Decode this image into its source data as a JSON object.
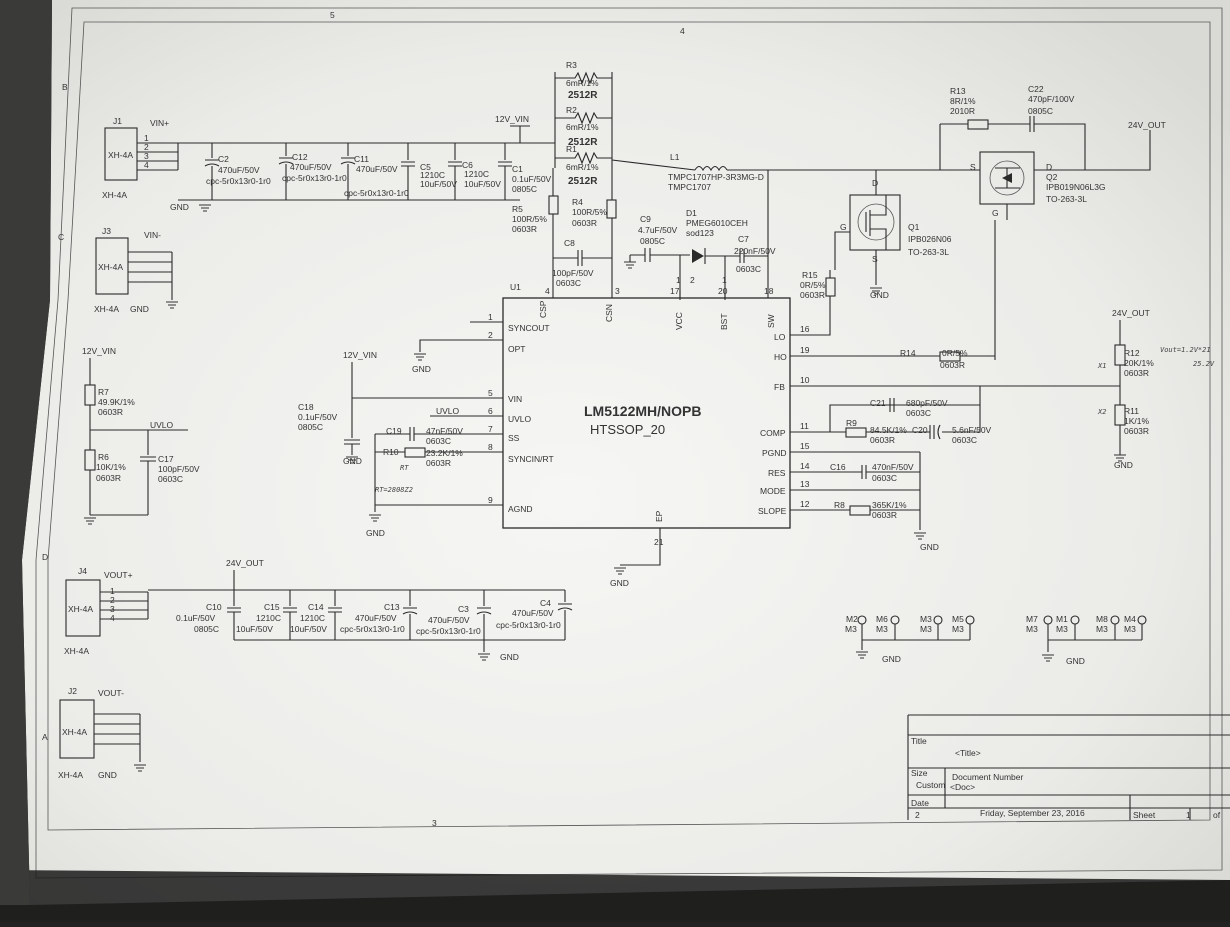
{
  "connectors": {
    "j1": {
      "ref": "J1",
      "net": "VIN+",
      "part": "XH-4A",
      "pins": [
        "1",
        "2",
        "3",
        "4"
      ]
    },
    "j3": {
      "ref": "J3",
      "net": "VIN-",
      "part": "XH-4A",
      "gnd": "GND"
    },
    "j4": {
      "ref": "J4",
      "net": "VOUT+",
      "part": "XH-4A",
      "pins": [
        "1",
        "2",
        "3",
        "4"
      ]
    },
    "j2": {
      "ref": "J2",
      "net": "VOUT-",
      "part": "XH-4A",
      "gnd": "GND"
    }
  },
  "nets": {
    "vin": "12V_VIN",
    "vout": "24V_OUT",
    "gnd": "GND",
    "uvlo": "UVLO"
  },
  "input_caps": {
    "c2": {
      "ref": "C2",
      "value": "470uF/50V",
      "pkg": "cpc-5r0x13r0-1r0"
    },
    "c12": {
      "ref": "C12",
      "value": "470uF/50V",
      "pkg": "cpc-5r0x13r0-1r0"
    },
    "c11": {
      "ref": "C11",
      "value": "470uF/50V",
      "pkg": "cpc-5r0x13r0-1r0"
    },
    "c5": {
      "ref": "C5",
      "value": "1210C",
      "pkg": "10uF/50V"
    },
    "c6": {
      "ref": "C6",
      "value": "1210C",
      "pkg": "10uF/50V"
    },
    "c1": {
      "ref": "C1",
      "value": "0.1uF/50V",
      "pkg": "0805C"
    }
  },
  "sense": {
    "r3": {
      "ref": "R3",
      "value": "6mR/1%",
      "pkg": "2512R"
    },
    "r2": {
      "ref": "R2",
      "value": "6mR/1%",
      "pkg": "2512R"
    },
    "r1": {
      "ref": "R1",
      "value": "6mR/1%",
      "pkg": "2512R"
    },
    "r5": {
      "ref": "R5",
      "value": "100R/5%",
      "pkg": "0603R"
    },
    "r4": {
      "ref": "R4",
      "value": "100R/5%",
      "pkg": "0603R"
    },
    "c8": {
      "ref": "C8",
      "value": "100pF/50V",
      "pkg": "0603C"
    }
  },
  "inductor": {
    "ref": "L1",
    "part1": "TMPC1707HP-3R3MG-D",
    "part2": "TMPC1707"
  },
  "boot": {
    "c9": {
      "ref": "C9",
      "value": "4.7uF/50V",
      "pkg": "0805C"
    },
    "d1": {
      "ref": "D1",
      "part": "PMEG6010CEH",
      "pkg": "sod123"
    },
    "c7": {
      "ref": "C7",
      "value": "220nF/50V",
      "pkg": "0603C"
    }
  },
  "mosfets": {
    "q1": {
      "ref": "Q1",
      "part": "IPB026N06",
      "pkg": "TO-263-3L"
    },
    "q2": {
      "ref": "Q2",
      "part": "IPB019N06L3G",
      "pkg": "TO-263-3L"
    },
    "r13": {
      "ref": "R13",
      "value": "8R/1%",
      "pkg": "2010R"
    },
    "c22": {
      "ref": "C22",
      "value": "470pF/100V",
      "pkg": "0805C"
    },
    "r15": {
      "ref": "R15",
      "value": "0R/5%",
      "pkg": "0603R"
    },
    "r14": {
      "ref": "R14",
      "value": "0R/5%",
      "pkg": "0603R"
    }
  },
  "ic": {
    "ref": "U1",
    "part": "LM5122MH/NOPB",
    "pkg": "HTSSOP_20",
    "left_pins": [
      {
        "num": "1",
        "name": "SYNCOUT"
      },
      {
        "num": "2",
        "name": "OPT"
      },
      {
        "num": "5",
        "name": "VIN"
      },
      {
        "num": "6",
        "name": "UVLO"
      },
      {
        "num": "7",
        "name": "SS"
      },
      {
        "num": "8",
        "name": "SYNCIN/RT"
      },
      {
        "num": "9",
        "name": "AGND"
      }
    ],
    "right_pins": [
      {
        "num": "16",
        "name": "LO"
      },
      {
        "num": "19",
        "name": "HO"
      },
      {
        "num": "10",
        "name": "FB"
      },
      {
        "num": "11",
        "name": "COMP"
      },
      {
        "num": "15",
        "name": "PGND"
      },
      {
        "num": "14",
        "name": "RES"
      },
      {
        "num": "13",
        "name": "MODE"
      },
      {
        "num": "12",
        "name": "SLOPE"
      }
    ],
    "top_pins": [
      {
        "num": "4",
        "name": "CSP"
      },
      {
        "num": "3",
        "name": "CSN"
      },
      {
        "num": "17",
        "name": "VCC"
      },
      {
        "num": "20",
        "name": "BST"
      },
      {
        "num": "18",
        "name": "SW"
      }
    ],
    "bottom_pin": {
      "num": "21",
      "name": "EP"
    }
  },
  "left_network": {
    "r7": {
      "ref": "R7",
      "value": "49.9K/1%",
      "pkg": "0603R"
    },
    "r6": {
      "ref": "R6",
      "value": "10K/1%",
      "pkg": "0603R"
    },
    "c17": {
      "ref": "C17",
      "value": "100pF/50V",
      "pkg": "0603C"
    },
    "c18": {
      "ref": "C18",
      "value": "0.1uF/50V",
      "pkg": "0805C"
    },
    "c19": {
      "ref": "C19",
      "value": "47nF/50V",
      "pkg": "0603C"
    },
    "r10": {
      "ref": "R10",
      "value": "23.2K/1%",
      "pkg": "0603R"
    },
    "note_uvlo": "UVLO",
    "hw_rt": "RT=2808Z2"
  },
  "comp_network": {
    "c21": {
      "ref": "C21",
      "value": "680pF/50V",
      "pkg": "0603C"
    },
    "r9": {
      "ref": "R9",
      "value": "84.5K/1%",
      "pkg": "0603R"
    },
    "c20": {
      "ref": "C20",
      "value": "5.6nF/50V",
      "pkg": "0603C"
    },
    "c16": {
      "ref": "C16",
      "value": "470nF/50V",
      "pkg": "0603C"
    },
    "r8": {
      "ref": "R8",
      "value": "365K/1%",
      "pkg": "0603R"
    }
  },
  "feedback": {
    "r12": {
      "ref": "R12",
      "value": "20K/1%",
      "pkg": "0603R"
    },
    "r11": {
      "ref": "R11",
      "value": "1K/1%",
      "pkg": "0603R"
    },
    "x1": "X1",
    "x2": "X2",
    "note1": "Vout=1.2V*21",
    "note2": "25.2V"
  },
  "output_caps": {
    "c10": {
      "ref": "C10",
      "value": "0.1uF/50V",
      "pkg": "0805C"
    },
    "c15": {
      "ref": "C15",
      "value": "1210C",
      "pkg": "10uF/50V"
    },
    "c14": {
      "ref": "C14",
      "value": "1210C",
      "pkg": "10uF/50V"
    },
    "c13": {
      "ref": "C13",
      "value": "470uF/50V",
      "pkg": "cpc-5r0x13r0-1r0"
    },
    "c3": {
      "ref": "C3",
      "value": "470uF/50V",
      "pkg": "cpc-5r0x13r0-1r0"
    },
    "c4": {
      "ref": "C4",
      "value": "470uF/50V",
      "pkg": "cpc-5r0x13r0-1r0"
    }
  },
  "mounting": [
    {
      "ref": "M2",
      "val": "M3"
    },
    {
      "ref": "M6",
      "val": "M3"
    },
    {
      "ref": "M3",
      "val": "M3"
    },
    {
      "ref": "M5",
      "val": "M3"
    },
    {
      "ref": "M7",
      "val": "M3"
    },
    {
      "ref": "M1",
      "val": "M3"
    },
    {
      "ref": "M8",
      "val": "M3"
    },
    {
      "ref": "M4",
      "val": "M3"
    }
  ],
  "title_block": {
    "title_label": "Title",
    "title_value": "<Title>",
    "size_label": "Size",
    "size_value": "Custom",
    "docnum_label": "Document Number",
    "docnum_value": "<Doc>",
    "date_label": "Date",
    "date_value": "Friday, September 23, 2016",
    "sheet_label": "Sheet",
    "sheet_value": "1",
    "of_label": "of"
  },
  "border": {
    "cols": [
      "5",
      "4",
      "3",
      "2"
    ],
    "rows": [
      "B",
      "C",
      "D",
      "A"
    ]
  },
  "colors": {
    "paper": "#f2f2f0",
    "ink": "#2a2a2a",
    "background": "#3a3a38"
  }
}
